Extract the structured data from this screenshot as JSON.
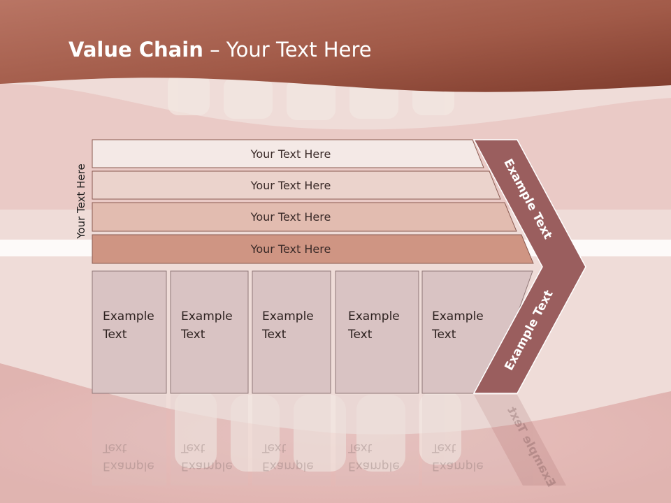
{
  "title": {
    "bold": "Value Chain",
    "rest": " – Your Text Here"
  },
  "side_label": "Your Text Here",
  "bars": [
    "Your Text Here",
    "Your Text Here",
    "Your Text Here",
    "Your Text Here"
  ],
  "boxes": [
    "Example\nText",
    "Example\nText",
    "Example\nText",
    "Example\nText",
    "Example\nText"
  ],
  "arrow_labels": {
    "upper": "Example Text",
    "lower": "Example Text"
  },
  "colors": {
    "header": "#a8614d",
    "bar1": "#f4e9e6",
    "bar2": "#ebd3cc",
    "bar3": "#e2bcb0",
    "bar4": "#cf9583",
    "box": "#d9c3c3",
    "arrow": "#9a5e5e"
  }
}
